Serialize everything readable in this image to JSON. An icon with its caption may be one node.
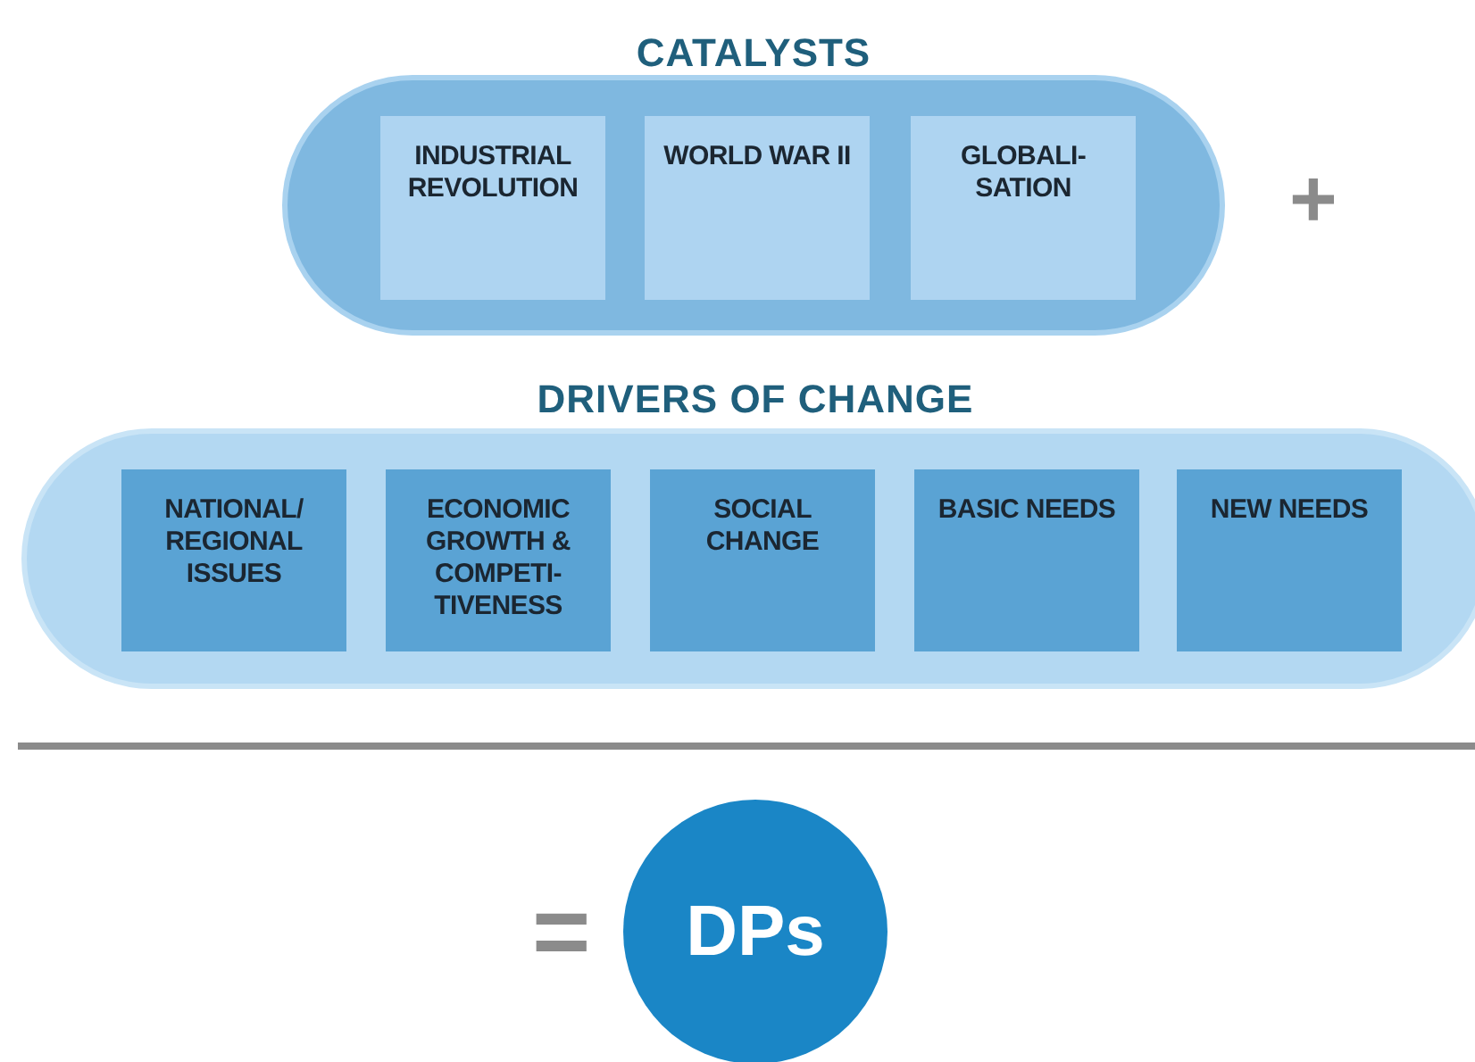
{
  "diagram": {
    "nodes": [
      {
        "text": [
          "CATALYSTS"
        ]
      },
      {
        "text": [
          "INDUSTRIAL REVOLUTION"
        ],
        "in": 0
      },
      {
        "text": [
          "WORLD WAR II"
        ],
        "in": 0
      },
      {
        "text": [
          "GLOBALI- SATION"
        ],
        "in": 0
      },
      {
        "text": [
          "DRIVERS OF CHANGE"
        ]
      },
      {
        "text": [
          "NATIONAL/ REGIONAL ISSUES"
        ],
        "in": 4
      },
      {
        "text": [
          "ECONOMIC GROWTH & COMPETI- TIVENESS"
        ],
        "in": 4
      },
      {
        "text": [
          "SOCIAL CHANGE"
        ],
        "in": 4
      },
      {
        "text": [
          "BASIC NEEDS"
        ],
        "in": 4
      },
      {
        "text": [
          "NEW NEEDS"
        ],
        "in": 4
      },
      {
        "text": [
          "DPs"
        ]
      }
    ],
    "labels": [
      "+",
      "="
    ]
  }
}
